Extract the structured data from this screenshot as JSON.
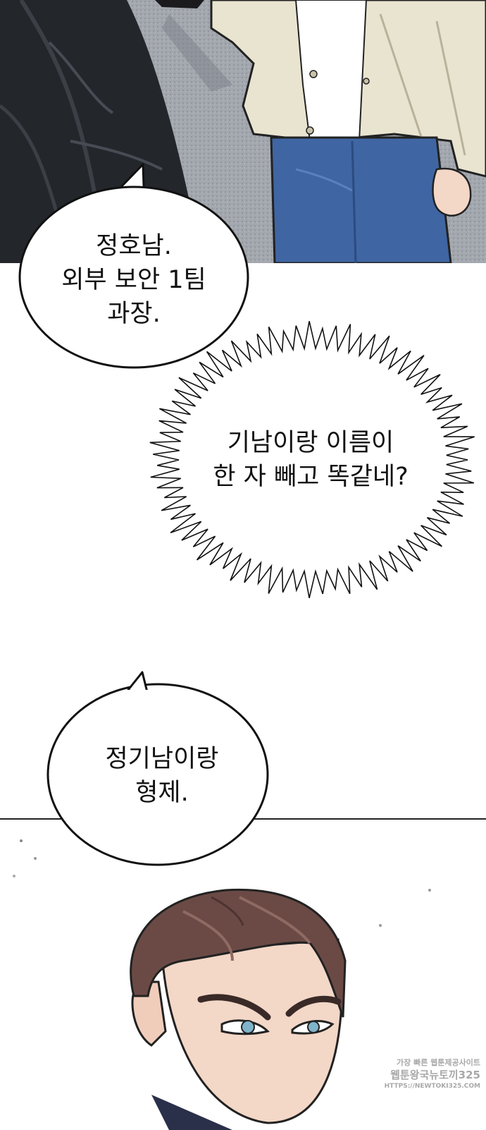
{
  "panels": {
    "top_scene": "office-legs",
    "bottom_scene": "man-face"
  },
  "bubbles": {
    "first": {
      "lines": [
        "정호남.",
        "외부 보안 1팀",
        "과장."
      ]
    },
    "thought": {
      "lines": [
        "기남이랑 이름이",
        "한 자 빼고 똑같네?"
      ]
    },
    "third": {
      "lines": [
        "정기남이랑",
        "형제."
      ]
    }
  },
  "watermark": {
    "line1": "가장 빠른 웹툰제공사이트",
    "line2": "웹툰왕국뉴토끼325",
    "line3": "HTTPS://NEWTOKI325.COM"
  },
  "colors": {
    "bubble_fill": "#ffffff",
    "bubble_stroke": "#111111",
    "jacket": "#e9e4d0",
    "jeans": "#3f65a3",
    "dark_suit": "#23262b",
    "hair": "#6b4a45",
    "skin": "#f3d7c7",
    "eye": "#7fb3c9"
  }
}
